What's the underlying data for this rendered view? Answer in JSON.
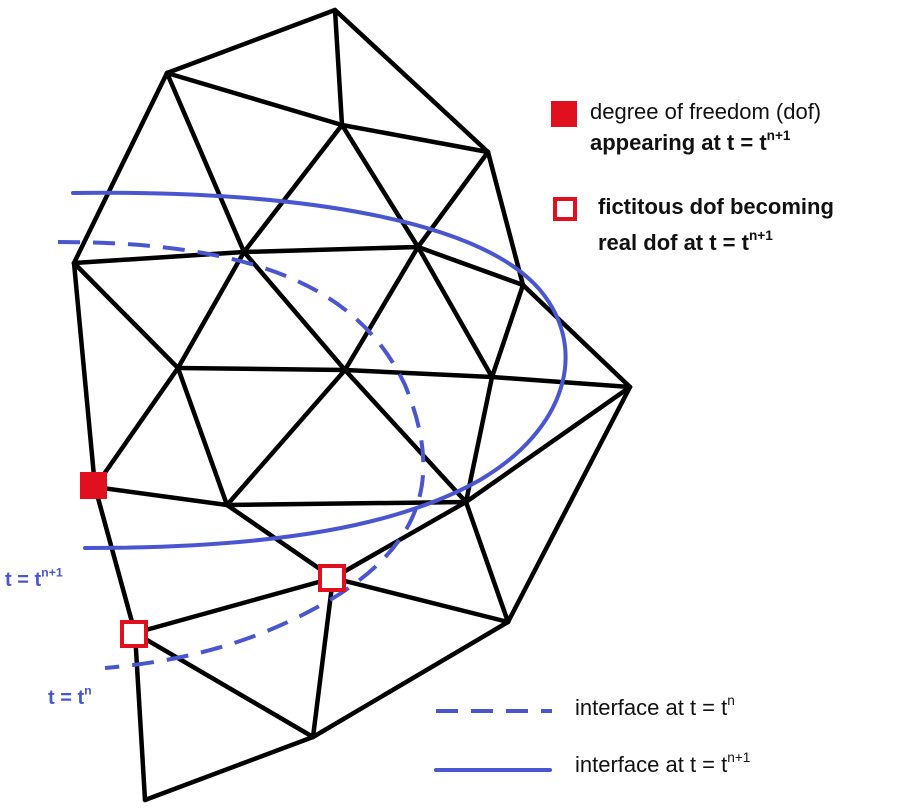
{
  "colors": {
    "mesh": "#000000",
    "interface": "#4a56cf",
    "dof": "#e0101e",
    "background": "#ffffff"
  },
  "legend": {
    "dof_appearing": {
      "line1": "degree of freedom (dof)",
      "line2_prefix": "appearing at t = t",
      "line2_sup": "n+1"
    },
    "fictitious_dof": {
      "line1": "fictitous dof becoming",
      "line2_prefix": "real dof at t = t",
      "line2_sup": "n+1"
    },
    "interface_tn": {
      "prefix": "interface at t = t",
      "sup": "n"
    },
    "interface_tn1": {
      "prefix": "interface at t = t",
      "sup": "n+1"
    }
  },
  "curve_labels": {
    "t_n1": {
      "prefix": "t = t",
      "sup": "n+1"
    },
    "t_n": {
      "prefix": "t = t",
      "sup": "n"
    }
  }
}
